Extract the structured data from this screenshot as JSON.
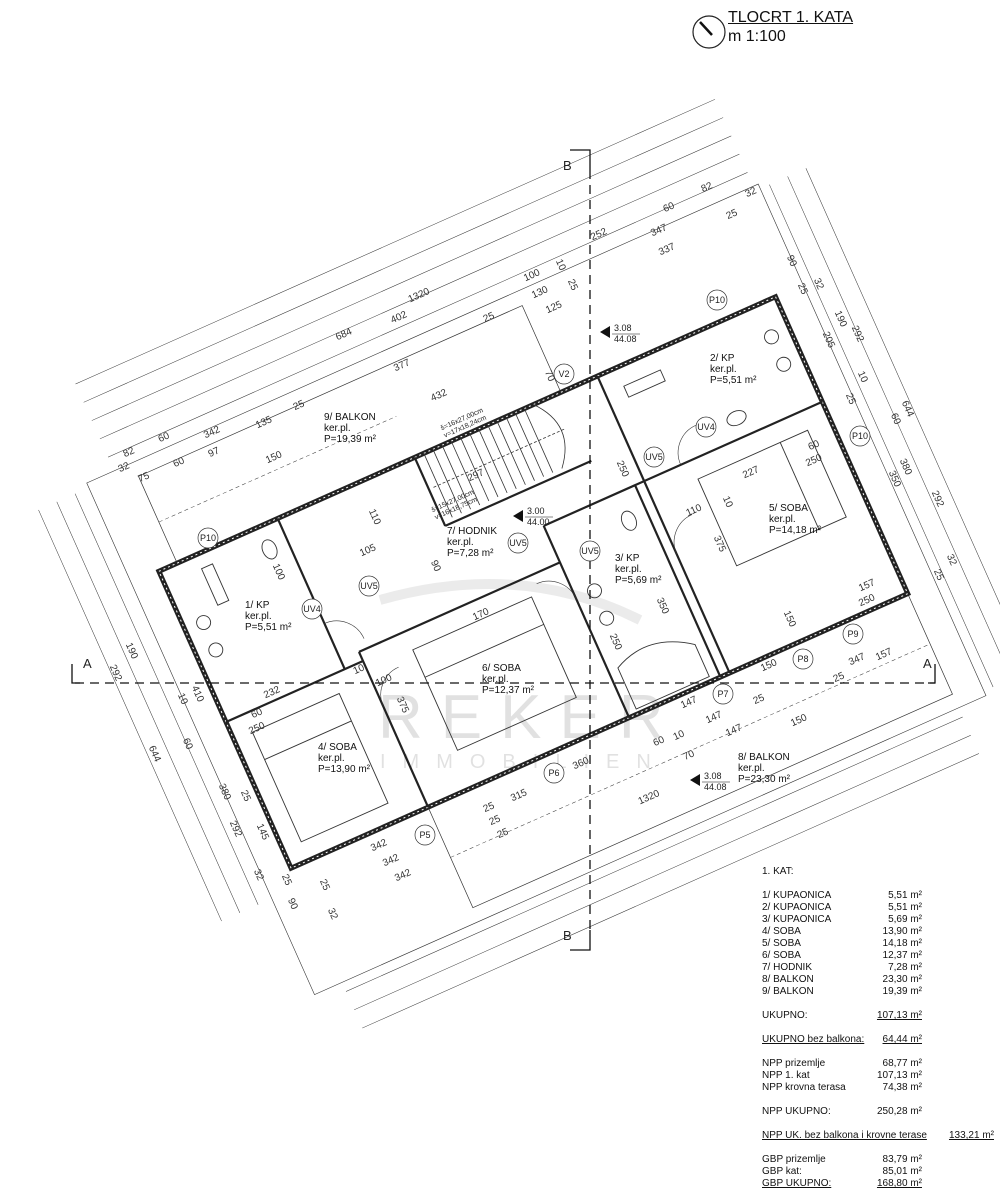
{
  "title": {
    "name": "TLOCRT 1. KATA",
    "scale": "m 1:100"
  },
  "watermark": {
    "line1": "REKER",
    "line2": "IMMOBILIEN"
  },
  "sections": {
    "a": "A",
    "b": "B"
  },
  "rooms": [
    {
      "name": "1/ KP",
      "floor": "ker.pl.",
      "area": "P=5,51 m²"
    },
    {
      "name": "2/ KP",
      "floor": "ker.pl.",
      "area": "P=5,51 m²"
    },
    {
      "name": "3/ KP",
      "floor": "ker.pl.",
      "area": "P=5,69 m²"
    },
    {
      "name": "4/ SOBA",
      "floor": "ker.pl.",
      "area": "P=13,90 m²"
    },
    {
      "name": "5/ SOBA",
      "floor": "ker.pl.",
      "area": "P=14,18 m²"
    },
    {
      "name": "6/ SOBA",
      "floor": "ker.pl.",
      "area": "P=12,37 m²"
    },
    {
      "name": "7/ HODNIK",
      "floor": "ker.pl.",
      "area": "P=7,28 m²"
    },
    {
      "name": "8/ BALKON",
      "floor": "ker.pl.",
      "area": "P=23,30 m²"
    },
    {
      "name": "9/ BALKON",
      "floor": "ker.pl.",
      "area": "P=19,39 m²"
    }
  ],
  "levels": [
    {
      "top": "3.08",
      "bottom": "44.08"
    },
    {
      "top": "3.00",
      "bottom": "44.00"
    },
    {
      "top": "3.08",
      "bottom": "44.08"
    }
  ],
  "stairs": {
    "s1": "š=16x27,00cm",
    "v1": "v=17x18,24cm",
    "s2": "š=15x27,00cm",
    "v2": "v=16x18,75cm"
  },
  "tags": [
    "P10",
    "P10",
    "P10",
    "P9",
    "P8",
    "P7",
    "P6",
    "P5",
    "UV4",
    "UV4",
    "UV5",
    "UV5",
    "UV5",
    "UV5",
    "V2"
  ],
  "dims": [
    "1320",
    "684",
    "402",
    "377",
    "432",
    "342",
    "60",
    "82",
    "97",
    "135",
    "60",
    "75",
    "32",
    "150",
    "100",
    "130",
    "125",
    "10",
    "25",
    "252",
    "347",
    "337",
    "60",
    "82",
    "32",
    "25",
    "25",
    "25",
    "70",
    "90",
    "32",
    "25",
    "190",
    "205",
    "292",
    "10",
    "25",
    "644",
    "60",
    "380",
    "350",
    "292",
    "32",
    "25",
    "190",
    "292",
    "410",
    "10",
    "60",
    "644",
    "380",
    "25",
    "292",
    "145",
    "32",
    "25",
    "90",
    "25",
    "32",
    "1320",
    "342",
    "342",
    "342",
    "315",
    "360",
    "25",
    "25",
    "25",
    "147",
    "147",
    "147",
    "150",
    "157",
    "347",
    "150",
    "25",
    "25",
    "60",
    "10",
    "70",
    "227",
    "110",
    "375",
    "10",
    "250",
    "350",
    "170",
    "100",
    "232",
    "10",
    "375",
    "297",
    "110",
    "105",
    "100",
    "90",
    "60",
    "250",
    "60",
    "250",
    "250",
    "150",
    "157",
    "250"
  ],
  "legend": {
    "heading": "1. KAT:",
    "items": [
      {
        "label": "1/ KUPAONICA",
        "value": "5,51 m²"
      },
      {
        "label": "2/ KUPAONICA",
        "value": "5,51 m²"
      },
      {
        "label": "3/ KUPAONICA",
        "value": "5,69 m²"
      },
      {
        "label": "4/ SOBA",
        "value": "13,90 m²"
      },
      {
        "label": "5/ SOBA",
        "value": "14,18 m²"
      },
      {
        "label": "6/ SOBA",
        "value": "12,37 m²"
      },
      {
        "label": "7/ HODNIK",
        "value": "7,28 m²"
      },
      {
        "label": "8/ BALKON",
        "value": "23,30 m²"
      },
      {
        "label": "9/ BALKON",
        "value": "19,39 m²"
      }
    ],
    "total": {
      "label": "UKUPNO:",
      "value": "107,13 m²"
    },
    "total_no_balcony": {
      "label": "UKUPNO bez balkona:",
      "value": "64,44 m²"
    },
    "npp": [
      {
        "label": "NPP prizemlje",
        "value": "68,77 m²"
      },
      {
        "label": "NPP 1. kat",
        "value": "107,13 m²"
      },
      {
        "label": "NPP krovna terasa",
        "value": "74,38 m²"
      }
    ],
    "npp_total": {
      "label": "NPP UKUPNO:",
      "value": "250,28 m²"
    },
    "npp_no_balcony": {
      "label": "NPP UK. bez balkona i krovne terase",
      "value": "133,21 m²"
    },
    "gbp": [
      {
        "label": "GBP prizemlje",
        "value": "83,79 m²"
      },
      {
        "label": "GBP kat:",
        "value": "85,01 m²"
      }
    ],
    "gbp_total": {
      "label": "GBP UKUPNO:",
      "value": "168,80 m²"
    }
  }
}
